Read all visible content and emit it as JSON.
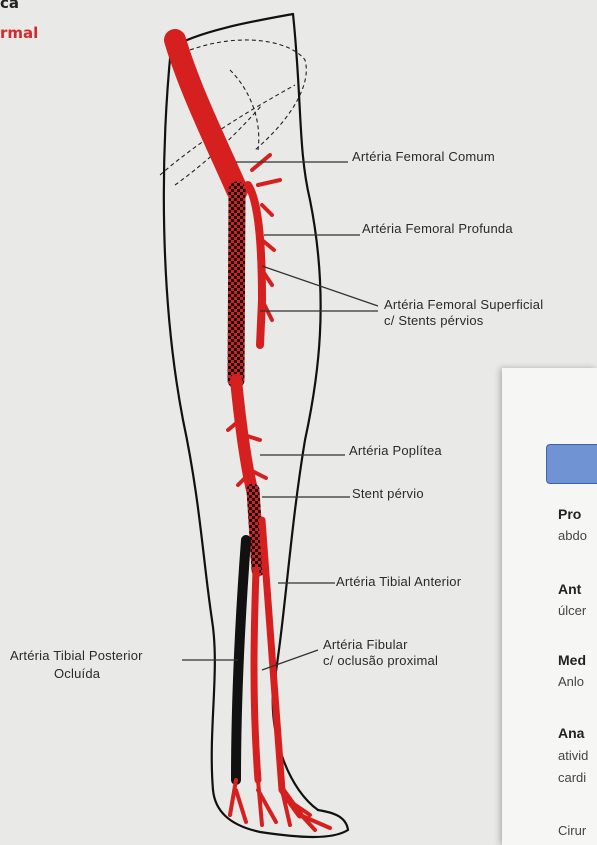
{
  "header": {
    "line1": "ca",
    "line2": "rmal"
  },
  "colors": {
    "artery": "#d6201f",
    "occluded": "#111111",
    "accent": "#d42a2a",
    "panel_button": "#6f93d3"
  },
  "labels": [
    {
      "id": "femoral-comum",
      "lines": [
        "Artéria Femoral Comum"
      ]
    },
    {
      "id": "femoral-profunda",
      "lines": [
        "Artéria Femoral Profunda"
      ]
    },
    {
      "id": "femoral-superficial",
      "lines": [
        "Artéria Femoral Superficial",
        "c/ Stents pérvios"
      ]
    },
    {
      "id": "poplitea",
      "lines": [
        "Artéria Poplítea"
      ]
    },
    {
      "id": "stent",
      "lines": [
        "Stent pérvio"
      ]
    },
    {
      "id": "tibial-anterior",
      "lines": [
        "Artéria Tibial Anterior"
      ]
    },
    {
      "id": "fibular",
      "lines": [
        "Artéria Fibular",
        "c/ oclusão proximal"
      ]
    },
    {
      "id": "tibial-posterior",
      "lines": [
        "Artéria Tibial Posterior",
        "Ocluída"
      ]
    }
  ],
  "panel": {
    "items": [
      {
        "title": "Pro",
        "text": "abdo"
      },
      {
        "title": "Ant",
        "text": "úlcer"
      },
      {
        "title": "Med",
        "text": "Anlo"
      },
      {
        "title": "Ana",
        "text": "ativid",
        "text2": "cardi"
      }
    ],
    "footer": "Cirur"
  }
}
